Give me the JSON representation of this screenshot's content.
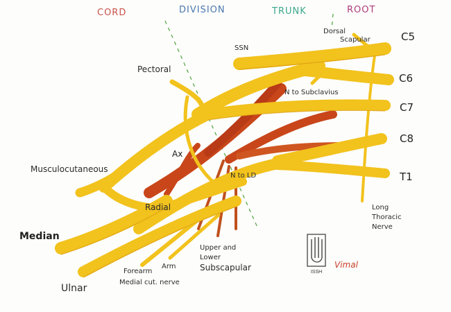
{
  "headers": {
    "cord": "CORD",
    "division": "DIVISION",
    "trunk": "TRUNK",
    "root": "ROOT"
  },
  "roots": {
    "c5": "C5",
    "c6": "C6",
    "c7": "C7",
    "c8": "C8",
    "t1": "T1"
  },
  "labels": {
    "dorsal_scapular_1": "Dorsal",
    "dorsal_scapular_2": "Scapular",
    "ssn": "SSN",
    "pectoral": "Pectoral",
    "n_to_subclavius": "N to Subclavius",
    "ax": "Ax",
    "n_to_ld": "N to LD",
    "musculocutaneous": "Musculocutaneous",
    "radial": "Radial",
    "median": "Median",
    "ulnar": "Ulnar",
    "forearm": "Forearm",
    "medial_cut_nerve": "Medial cut. nerve",
    "arm": "Arm",
    "upper_and": "Upper and",
    "lower": "Lower",
    "subscapular": "Subscapular",
    "long": "Long",
    "thoracic": "Thoracic",
    "nerve": "Nerve",
    "vimal": "Vimal",
    "issh": "ISSH"
  },
  "colors": {
    "cord_header": "#c8534a",
    "division_header": "#4a78b0",
    "trunk_header": "#3aa88c",
    "root_header": "#b03a7a",
    "nerve_yellow": "#f2c21d",
    "nerve_yellow_dark": "#d99a12",
    "nerve_red": "#c8461a",
    "guide_line": "#5aa84a",
    "signature": "#c8402a"
  }
}
